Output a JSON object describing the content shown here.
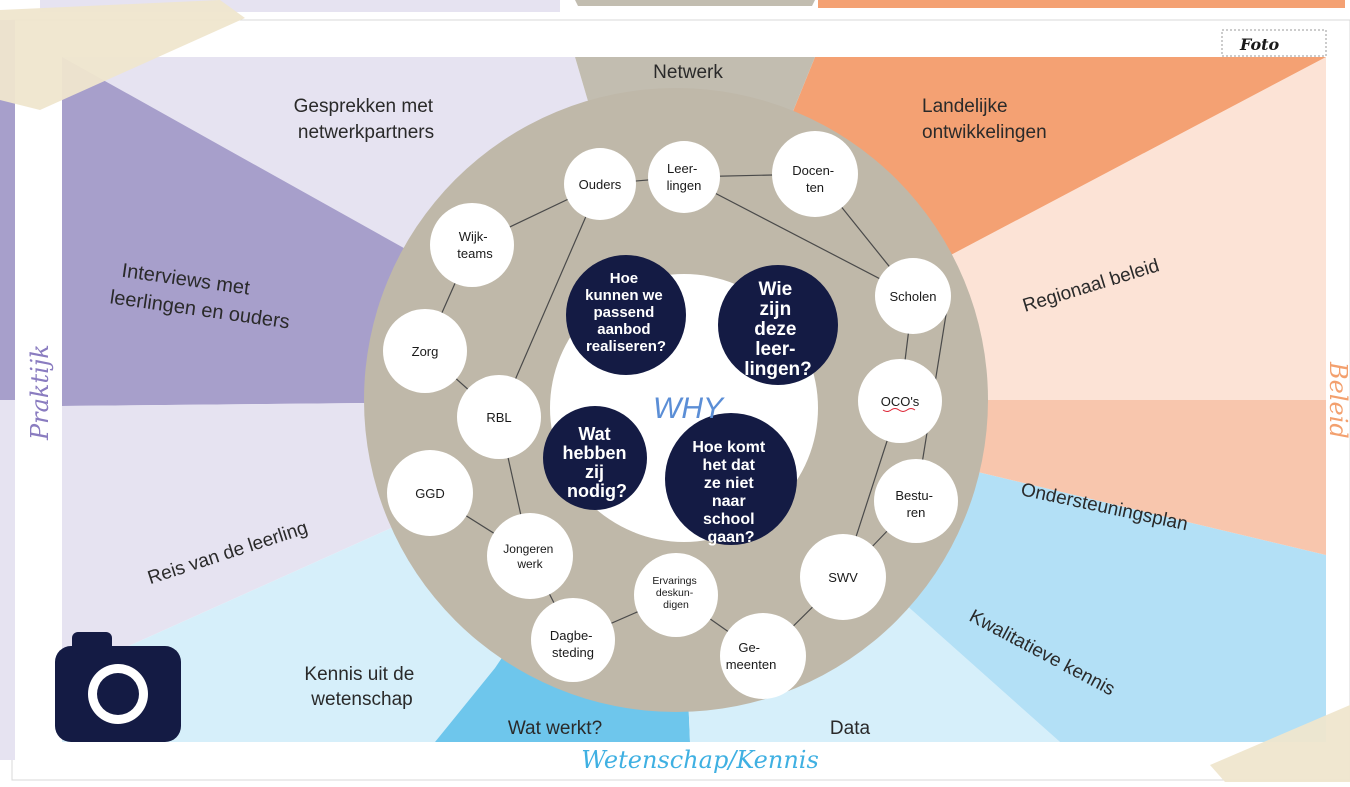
{
  "colors": {
    "praktijk": "#a79fcb",
    "praktijk_light": "#e6e3f1",
    "beleid": "#f4a173",
    "beleid_light": "#fce3d6",
    "kennis": "#6ec6ec",
    "kennis_light": "#d6effa",
    "netwerk": "#c2bdb0",
    "circle": "#bfb8a9",
    "question": "#141b44"
  },
  "foto_label": "Foto",
  "side_labels": {
    "left": "Praktijk",
    "right": "Beleid",
    "bottom": "Wetenschap/Kennis"
  },
  "sectors": {
    "netwerk": "Netwerk",
    "gesprekken": [
      "Gesprekken met",
      "netwerkpartners"
    ],
    "interviews": [
      "Interviews met",
      "leerlingen en ouders"
    ],
    "reis": "Reis van de leerling",
    "kennis_wetenschap": [
      "Kennis uit de",
      "wetenschap"
    ],
    "wat_werkt": "Wat werkt?",
    "data": "Data",
    "kwalitatieve": "Kwalitatieve kennis",
    "ondersteuning": "Ondersteuningsplan",
    "regionaal": "Regionaal beleid",
    "landelijke": [
      "Landelijke",
      "ontwikkelingen"
    ]
  },
  "center_label": "WHY",
  "nodes": {
    "ouders": [
      "Ouders"
    ],
    "leerlingen": [
      "Leer-",
      "lingen"
    ],
    "docenten": [
      "Docen-",
      "ten"
    ],
    "wijkteams": [
      "Wijk-",
      "teams"
    ],
    "scholen": [
      "Scholen"
    ],
    "zorg": [
      "Zorg"
    ],
    "rbl": [
      "RBL"
    ],
    "ocos": [
      "OCO's"
    ],
    "ggd": [
      "GGD"
    ],
    "besturen": [
      "Bestu-",
      "ren"
    ],
    "jongerenwerk": [
      "Jongeren",
      "werk"
    ],
    "swv": [
      "SWV"
    ],
    "ervaringsdeskundigen": [
      "Ervarings",
      "deskun-",
      "digen"
    ],
    "dagbesteding": [
      "Dagbe-",
      "steding"
    ],
    "gemeenten": [
      "Ge-",
      "meenten"
    ]
  },
  "questions": {
    "q1": [
      "Hoe",
      "kunnen we",
      "passend",
      "aanbod",
      "realiseren?"
    ],
    "q2": [
      "Wie",
      "zijn",
      "deze",
      "leer-",
      "lingen?"
    ],
    "q3": [
      "Wat",
      "hebben",
      "zij",
      "nodig?"
    ],
    "q4": [
      "Hoe komt",
      "het dat",
      "ze niet",
      "naar",
      "school",
      "gaan?"
    ]
  }
}
